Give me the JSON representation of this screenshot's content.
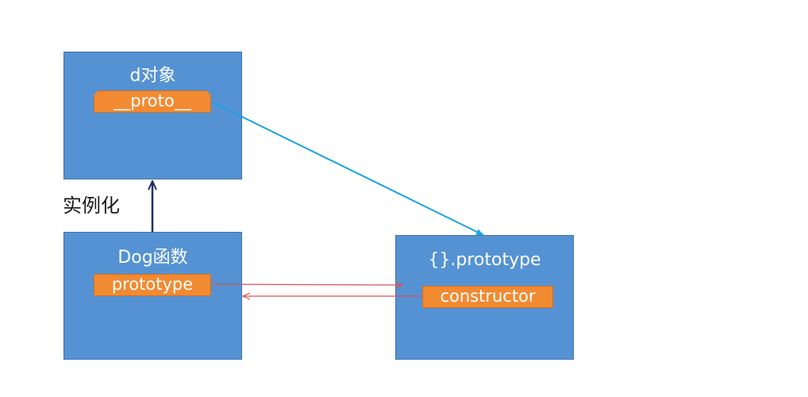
{
  "nodes": {
    "d_object": {
      "title": "d对象",
      "slot": "__proto__"
    },
    "dog_function": {
      "title": "Dog函数",
      "slot": "prototype"
    },
    "prototype_object": {
      "title": "{}.prototype",
      "slot": "constructor"
    }
  },
  "edge_labels": {
    "instantiate": "实例化"
  },
  "colors": {
    "box_fill": "#5592d3",
    "slot_fill": "#f28a32",
    "proto_link": "#1aa3e0",
    "instantiate_arrow": "#1f2f6e",
    "prototype_constructor_link": "#d9534f"
  }
}
